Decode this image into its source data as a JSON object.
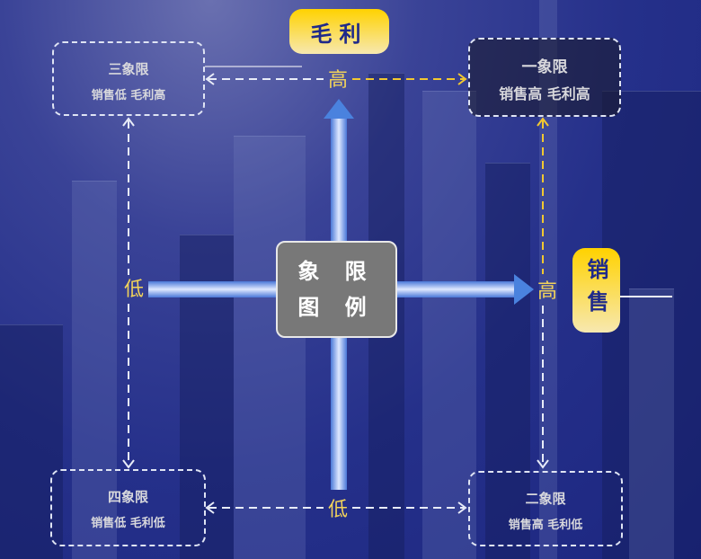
{
  "axes": {
    "y_title": "毛利",
    "x_title": "销售",
    "y_high": "高",
    "y_low": "低",
    "x_high": "高",
    "x_low": "低"
  },
  "center": {
    "line1": "象 限",
    "line2": "图 例"
  },
  "quadrants": {
    "q1": {
      "title": "一象限",
      "desc": "销售高 毛利高"
    },
    "q2": {
      "title": "二象限",
      "desc": "销售高 毛利低"
    },
    "q3": {
      "title": "三象限",
      "desc": "销售低 毛利高"
    },
    "q4": {
      "title": "四象限",
      "desc": "销售低 毛利低"
    }
  },
  "colors": {
    "accent": "#f2d35a",
    "pill_text": "#1f2a8a",
    "background": "#25308a"
  }
}
